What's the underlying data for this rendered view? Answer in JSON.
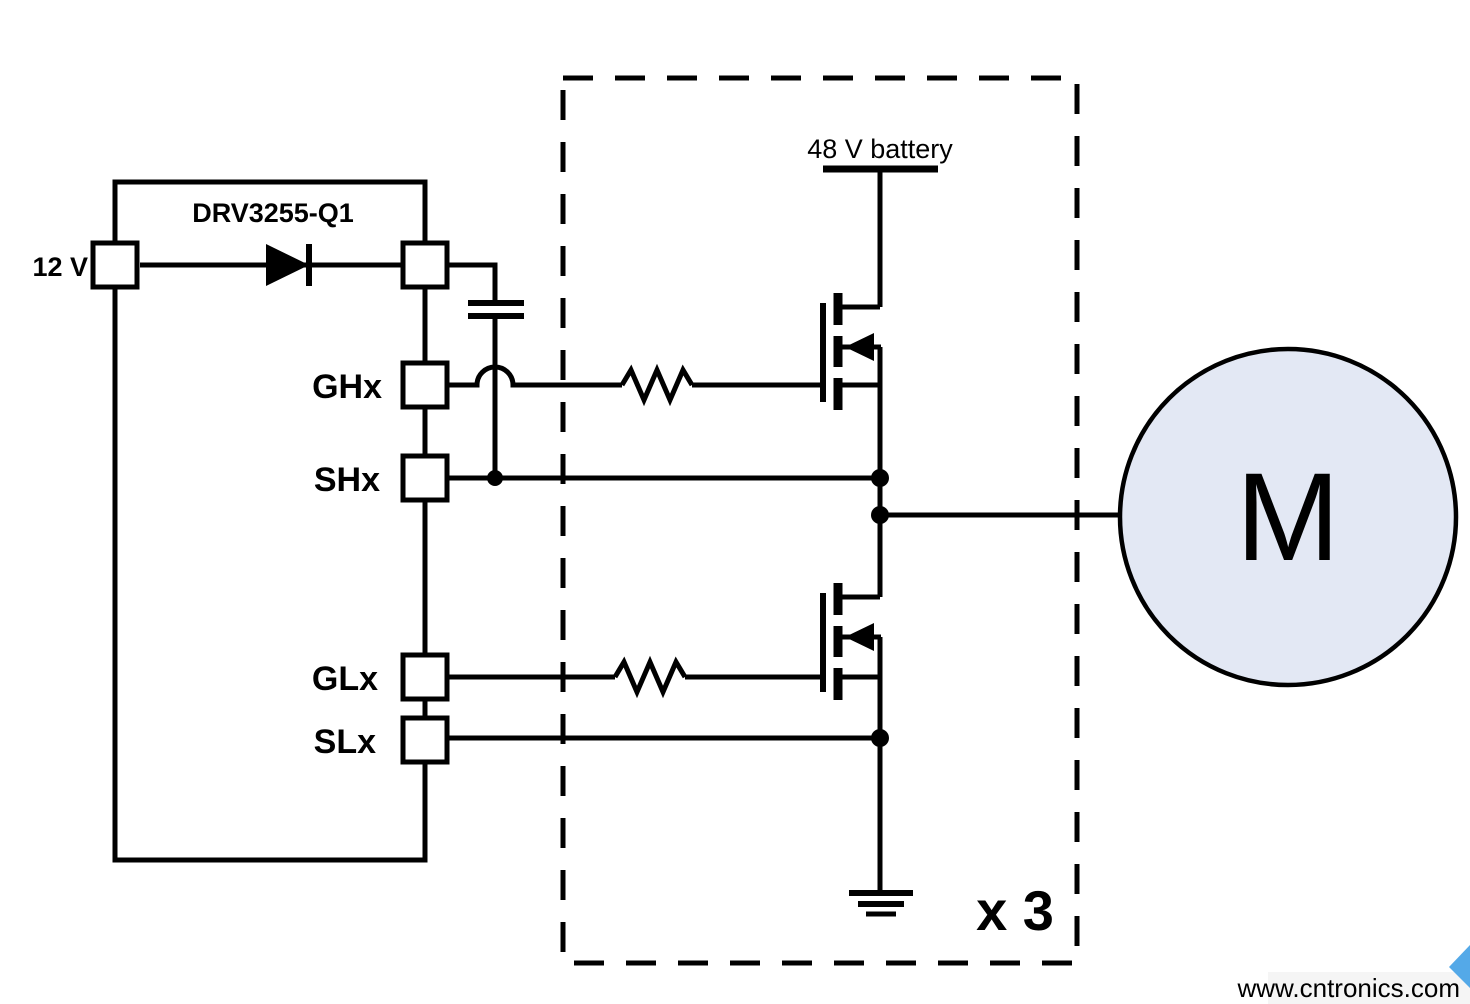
{
  "labels": {
    "part": "DRV3255-Q1",
    "supply_12v": "12 V",
    "battery": "48 V battery",
    "pin_ghx": "GHx",
    "pin_shx": "SHx",
    "pin_glx": "GLx",
    "pin_slx": "SLx",
    "multiplier": "x 3",
    "motor": "M"
  },
  "watermark": {
    "text": "www.cntronics.com",
    "color": "#b7e3ae",
    "panel_color": "#f5f5f5"
  },
  "colors": {
    "line": "#000000",
    "motor_fill": "#e3e8f4",
    "motor_text": "#1f1f1f",
    "arrow_blue": "#54a9e8",
    "background": "#ffffff"
  }
}
